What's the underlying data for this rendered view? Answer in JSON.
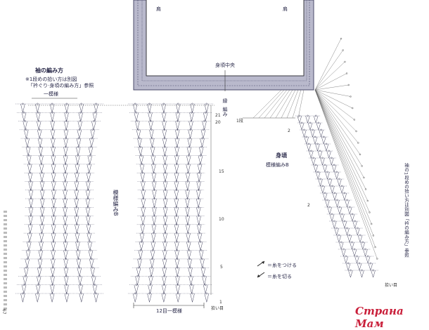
{
  "page_number": "67",
  "sleeve": {
    "title": "袖の編み方",
    "note1": "※1段めの拾い方は別図",
    "note2": "「衿ぐり·身頃の編み方」参照",
    "repeat_label": "一模様",
    "pattern_label": "模様編みB",
    "bottom_label": "12目一模様",
    "row_numbers": [
      "21",
      "20",
      "15",
      "10",
      "5",
      "1"
    ],
    "side_label_1": "縁",
    "side_label_2": "編み",
    "start_label": "拾い目"
  },
  "neck": {
    "shoulder_left": "肩",
    "shoulder_right": "肩",
    "center_label": "身頃中央"
  },
  "body": {
    "title": "身頃",
    "pattern_label": "模様編みB",
    "row1_label": "1段",
    "row2_label": "2",
    "row_numbers": [
      "2",
      "2"
    ],
    "side_note": "袖の1段めの拾い方は別図「衿の編み方」参照",
    "start_label": "拾い目"
  },
  "legend": {
    "attach": "＝糸をつける",
    "cut": "＝糸を切る"
  },
  "watermark": "Страна Мам",
  "colors": {
    "ink": "#2a2a4a",
    "band": "#6d6d90",
    "watermark": "#c91f3a"
  }
}
